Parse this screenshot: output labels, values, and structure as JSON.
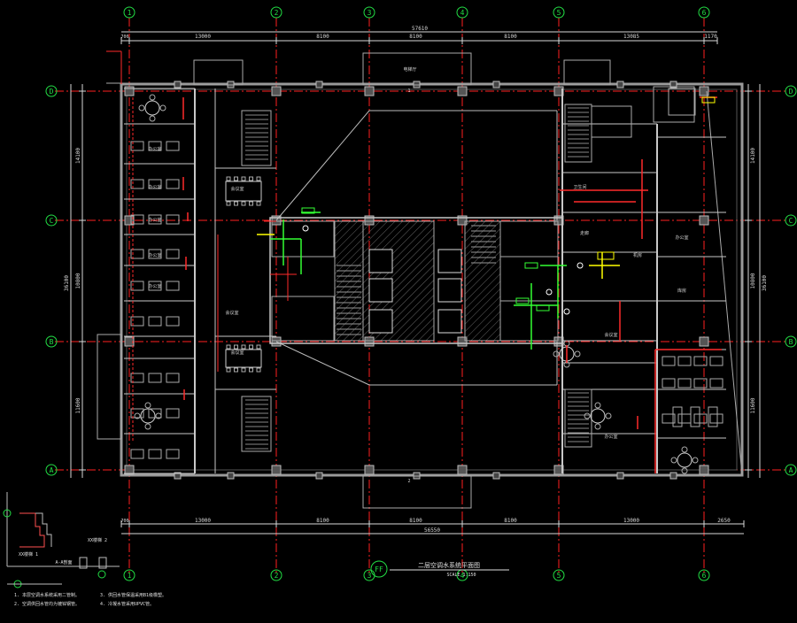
{
  "drawing": {
    "background": "#000000",
    "colors": {
      "grid_line": "#ff2020",
      "grid_bubble": "#22dd44",
      "dimension": "#d8d8d8",
      "wall": "#9a9a9a",
      "partition": "#c8c8c8",
      "hvac_red": "#ff2a2a",
      "hvac_green": "#33ff33",
      "hvac_yellow": "#ffff00",
      "text": "#e0e0e0"
    },
    "grid_axes_x": [
      "1",
      "2",
      "3",
      "4",
      "5",
      "6"
    ],
    "grid_axes_y": [
      "D",
      "C",
      "B",
      "A"
    ],
    "top_total_dimension": "57610",
    "top_dimensions": [
      "13000",
      "8100",
      "8100",
      "8100",
      "13085",
      "1170"
    ],
    "bottom_total_dimension": "56550",
    "bottom_dimensions": [
      "13000",
      "8100",
      "8100",
      "8100",
      "13000",
      "2650"
    ],
    "left_dims": [
      "14100",
      "10800",
      "11600"
    ],
    "left_total": "36100",
    "right_dims": [
      "14100",
      "10800",
      "11600"
    ],
    "right_total": "36100",
    "edge_labels": [
      "700",
      "700"
    ],
    "title_marker": "FF",
    "title": "二层空调水系统平面图",
    "scale": "SCALE 1:150",
    "rooms": [
      "办公室",
      "办公室",
      "办公室",
      "办公室",
      "办公室",
      "会议室",
      "会议室",
      "会议室",
      "电梯厅",
      "卫生间",
      "走廊",
      "机房",
      "办公室",
      "库房",
      "会议室",
      "办公室"
    ],
    "notes": [
      "1. 本层空调水系统采用二管制。",
      "2. 空调供回水管均为镀锌钢管。",
      "3. 供回水管保温采用B1级橡塑。",
      "4. 冷凝水管采用UPVC管。"
    ],
    "legend": {
      "label_a": "XX楼梯 2",
      "label_b": "XX楼梯 1",
      "label_c": "A-A剖面"
    }
  }
}
